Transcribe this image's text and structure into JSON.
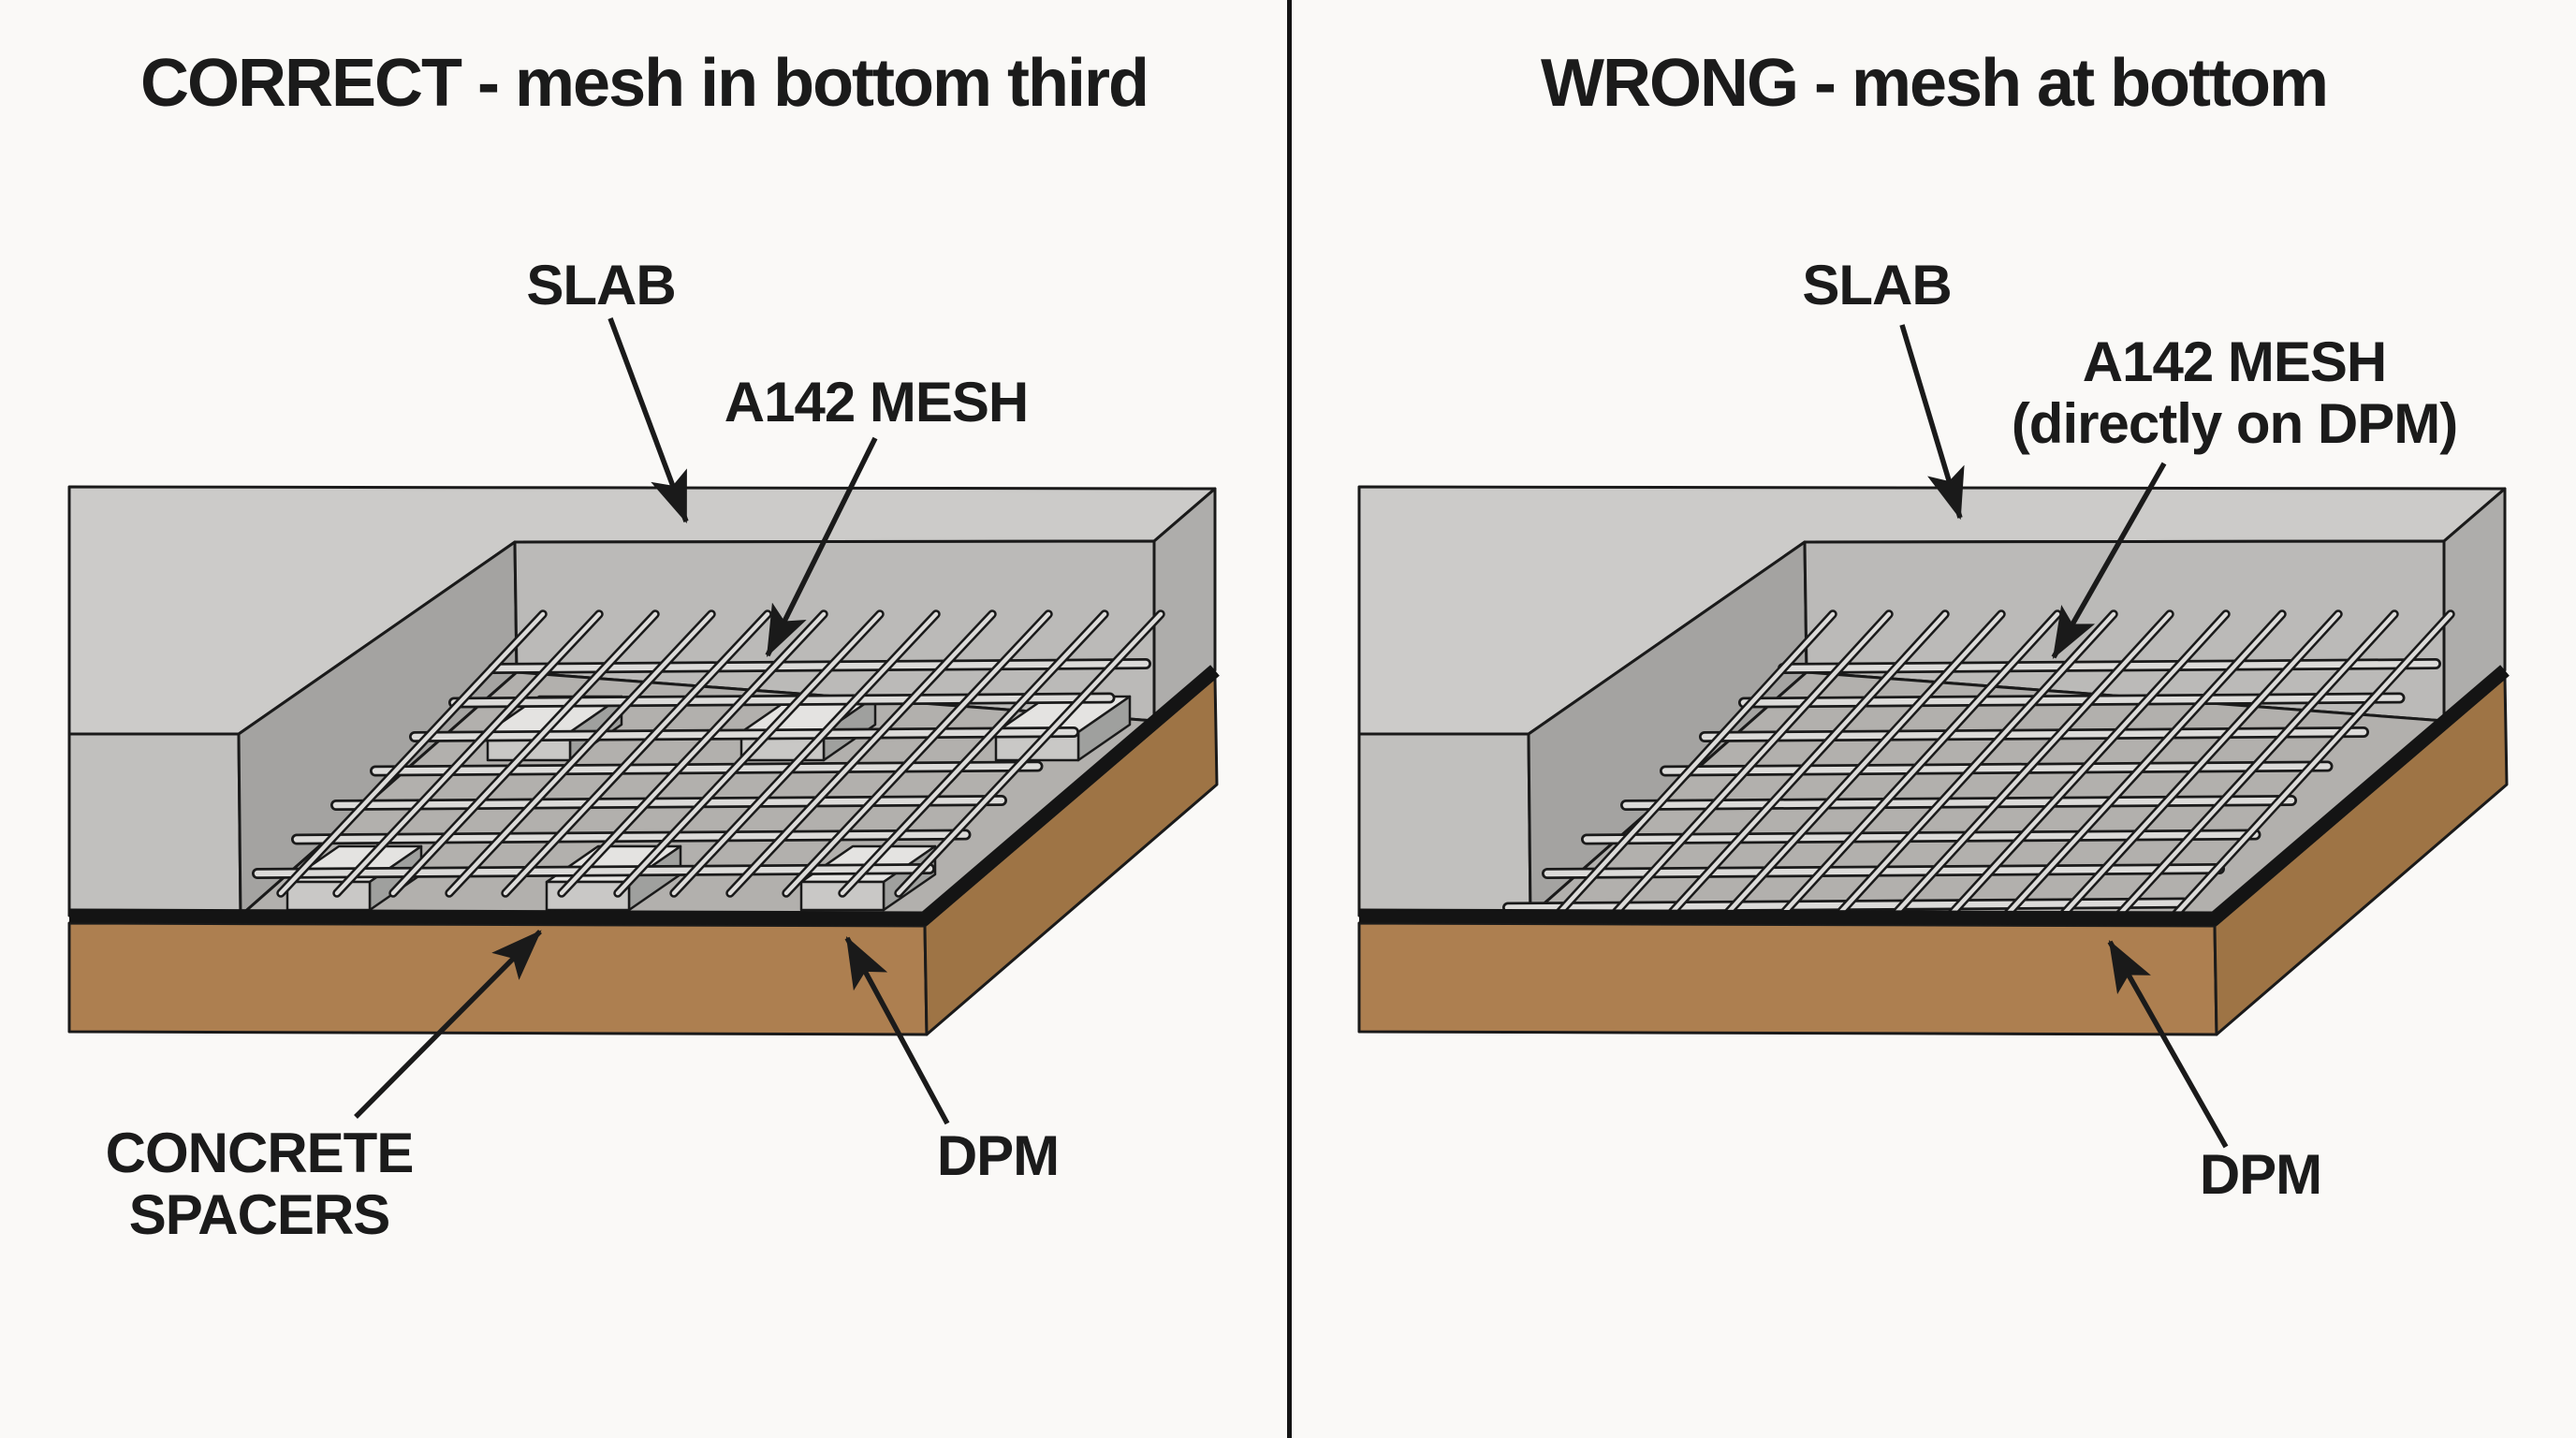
{
  "left": {
    "title": "CORRECT - mesh in bottom third",
    "labels": {
      "slab": "SLAB",
      "mesh": "A142 MESH",
      "spacers_line1": "CONCRETE",
      "spacers_line2": "SPACERS",
      "dpm": "DPM"
    }
  },
  "right": {
    "title": "WRONG - mesh at bottom",
    "labels": {
      "slab": "SLAB",
      "mesh_line1": "A142 MESH",
      "mesh_line2": "(directly on DPM)",
      "dpm": "DPM"
    }
  },
  "palette": {
    "background": "#faf9f7",
    "outline": "#1a1a1a",
    "slab_top": "#cccbc9",
    "slab_front": "#c1c0be",
    "slab_right": "#aeadab",
    "cut_left_wall": "#a4a3a1",
    "cut_back_wall": "#bbbab8",
    "floor": "#b2b0ad",
    "mesh_bar": "#dcdbd9",
    "spacer_front": "#c9c8c6",
    "spacer_top": "#e4e3e1",
    "spacer_side": "#9fa09e",
    "dpm": "#141414",
    "ground_front": "#ad7f50",
    "ground_right": "#9e7445",
    "text": "#1b1b1b"
  }
}
